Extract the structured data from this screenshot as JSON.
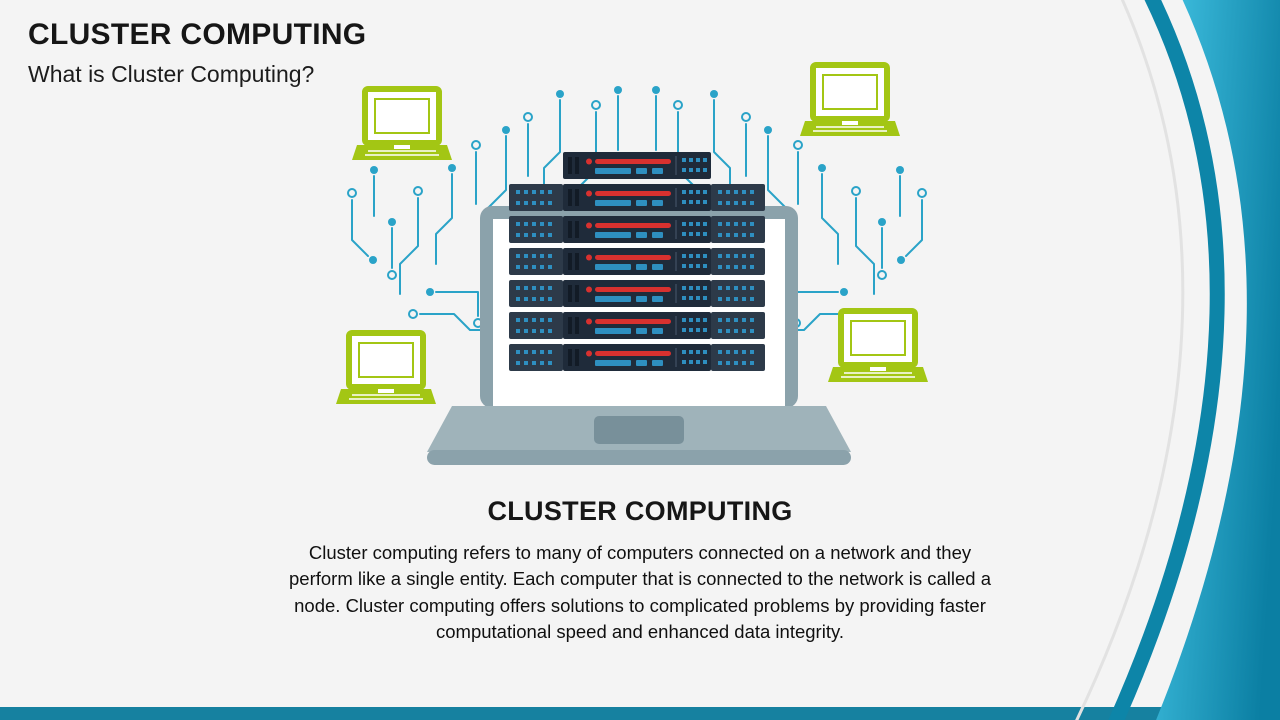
{
  "header": {
    "title": "CLUSTER COMPUTING",
    "subtitle": "What is Cluster Computing?"
  },
  "caption": {
    "heading": "CLUSTER COMPUTING",
    "body": "Cluster computing refers to many of computers connected on a network and they perform like a single entity. Each computer that is connected to the network is called a node. Cluster computing offers solutions to complicated problems by providing faster computational speed and enhanced data integrity."
  },
  "illustration": {
    "server_rows": 7,
    "client_laptops": 4,
    "icons": [
      "circuit-lines-icon",
      "client-laptop-icon",
      "host-laptop-icon",
      "server-stack-icon"
    ]
  },
  "colors": {
    "bg": "#f4f4f4",
    "text_dark": "#161616",
    "swoosh_dark": "#0b7fa3",
    "swoosh_light": "#45c6e6",
    "swoosh_band": "#0d85a8",
    "bottom_bar": "#1681a0",
    "laptop_green": "#a3c614",
    "laptop_gray": "#8ba2ab",
    "laptop_gray_light": "#9fb3ba",
    "laptop_gray_dark": "#78909a",
    "server_dark": "#1f2b3a",
    "server_wing": "#2d3a49",
    "server_red": "#d8312f",
    "server_blue": "#2e8fc0",
    "circuit": "#2aa3c8"
  }
}
